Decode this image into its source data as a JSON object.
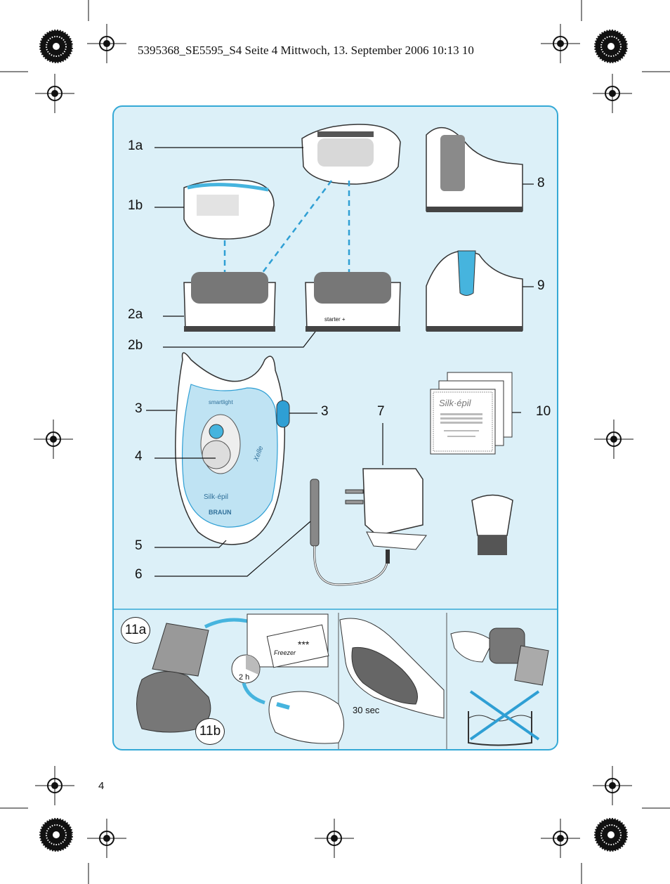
{
  "header": {
    "text": "5395368_SE5595_S4  Seite 4  Mittwoch, 13. September 2006  10:13 10"
  },
  "page_number": "4",
  "labels": {
    "l1a": "1a",
    "l1b": "1b",
    "l2a": "2a",
    "l2b": "2b",
    "l3left": "3",
    "l3right": "3",
    "l4": "4",
    "l5": "5",
    "l6": "6",
    "l7": "7",
    "l8": "8",
    "l9": "9",
    "l10": "10",
    "l11a": "11a",
    "l11b": "11b"
  },
  "device_text": {
    "starter": "starter +",
    "smartlight": "smartlight",
    "xelle": "Xelle",
    "silkepil": "Silk·épil",
    "braun": "BRAUN",
    "card_brand": "Silk·épil",
    "freezer": "Freezer",
    "freezer_stars": "***",
    "two_h": "2 h",
    "thirty_sec": "30 sec"
  },
  "colors": {
    "panel_bg": "#dcf0f8",
    "panel_border": "#35a9d6",
    "accent_blue": "#46b4de"
  }
}
